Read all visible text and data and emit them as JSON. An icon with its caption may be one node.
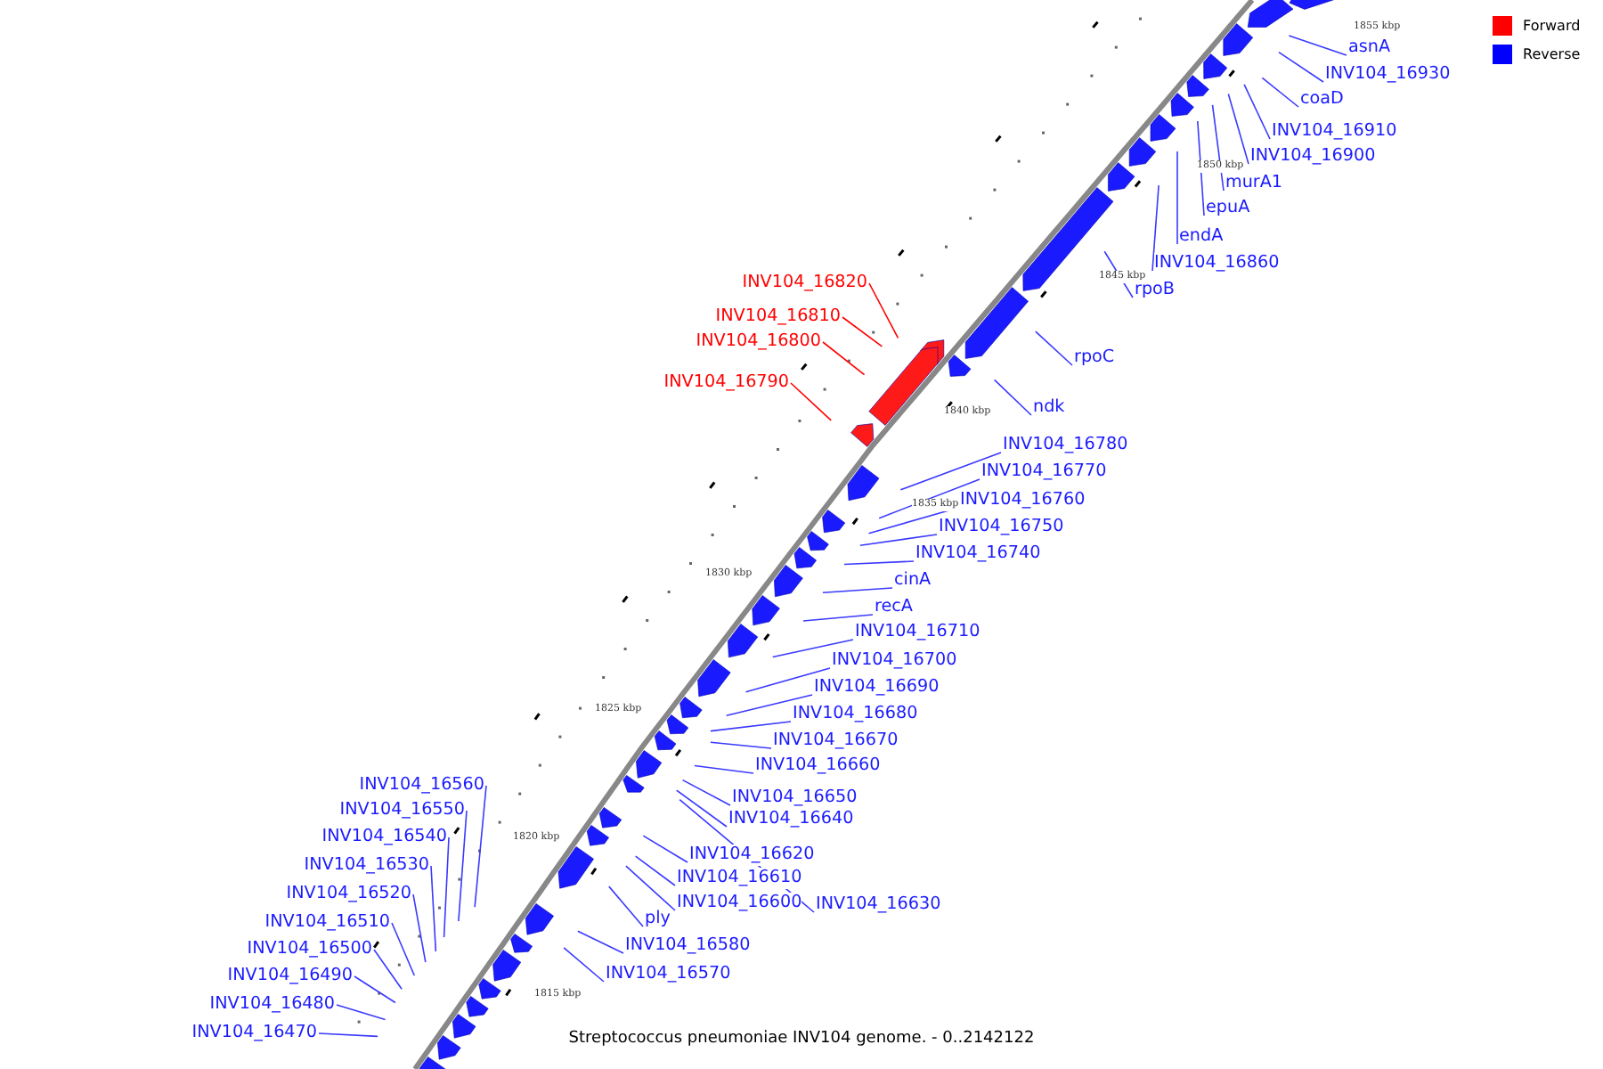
{
  "diagram": {
    "caption": "Streptococcus pneumoniae INV104 genome. - 0..2142122",
    "nodes": [
      {
        "text": [
          "asnA"
        ]
      },
      {
        "text": [
          "INV104_16930"
        ]
      },
      {
        "text": [
          "coaD"
        ]
      },
      {
        "text": [
          "INV104_16910"
        ]
      },
      {
        "text": [
          "INV104_16900"
        ]
      },
      {
        "text": [
          "murA1"
        ]
      },
      {
        "text": [
          "epuA"
        ]
      },
      {
        "text": [
          "endA"
        ]
      },
      {
        "text": [
          "INV104_16860"
        ]
      },
      {
        "text": [
          "rpoB"
        ]
      },
      {
        "text": [
          "INV104_16820"
        ]
      },
      {
        "text": [
          "INV104_16810"
        ]
      },
      {
        "text": [
          "INV104_16800"
        ]
      },
      {
        "text": [
          "rpoC"
        ]
      },
      {
        "text": [
          "INV104_16790"
        ]
      },
      {
        "text": [
          "ndk"
        ]
      },
      {
        "text": [
          "INV104_16780"
        ]
      },
      {
        "text": [
          "INV104_16770"
        ]
      },
      {
        "text": [
          "INV104_16760"
        ]
      },
      {
        "text": [
          "INV104_16750"
        ]
      },
      {
        "text": [
          "INV104_16740"
        ]
      },
      {
        "text": [
          "cinA"
        ]
      },
      {
        "text": [
          "recA"
        ]
      },
      {
        "text": [
          "INV104_16710"
        ]
      },
      {
        "text": [
          "INV104_16700"
        ]
      },
      {
        "text": [
          "INV104_16690"
        ]
      },
      {
        "text": [
          "INV104_16680"
        ]
      },
      {
        "text": [
          "INV104_16670"
        ]
      },
      {
        "text": [
          "INV104_16660"
        ]
      },
      {
        "text": [
          "INV104_16560"
        ]
      },
      {
        "text": [
          "INV104_16650"
        ]
      },
      {
        "text": [
          "INV104_16550"
        ]
      },
      {
        "text": [
          "INV104_16640"
        ]
      },
      {
        "text": [
          "INV104_16540"
        ]
      },
      {
        "text": [
          "INV104_16620"
        ]
      },
      {
        "text": [
          "INV104_16530"
        ]
      },
      {
        "text": [
          "INV104_16610"
        ]
      },
      {
        "text": [
          "INV104_16520"
        ]
      },
      {
        "text": [
          "INV104_16600"
        ]
      },
      {
        "text": [
          "INV104_16630"
        ]
      },
      {
        "text": [
          "ply"
        ]
      },
      {
        "text": [
          "INV104_16510"
        ]
      },
      {
        "text": [
          "INV104_16580"
        ]
      },
      {
        "text": [
          "INV104_16500"
        ]
      },
      {
        "text": [
          "INV104_16570"
        ]
      },
      {
        "text": [
          "INV104_16490"
        ]
      },
      {
        "text": [
          "INV104_16480"
        ]
      },
      {
        "text": [
          "INV104_16470"
        ]
      }
    ],
    "edges": [
      {
        "from": 0,
        "to": null,
        "arrow": "none"
      },
      {
        "from": 1,
        "to": null,
        "arrow": "none"
      },
      {
        "from": 2,
        "to": null,
        "arrow": "none"
      },
      {
        "from": 3,
        "to": null,
        "arrow": "none"
      },
      {
        "from": 4,
        "to": null,
        "arrow": "none"
      },
      {
        "from": 5,
        "to": null,
        "arrow": "none"
      },
      {
        "from": 6,
        "to": null,
        "arrow": "none"
      },
      {
        "from": 7,
        "to": null,
        "arrow": "none"
      },
      {
        "from": 8,
        "to": null,
        "arrow": "none"
      },
      {
        "from": 9,
        "to": null,
        "arrow": "none"
      },
      {
        "from": 10,
        "to": null,
        "arrow": "none",
        "color": "#ff0000"
      },
      {
        "from": 11,
        "to": null,
        "arrow": "none",
        "color": "#ff0000"
      },
      {
        "from": 12,
        "to": null,
        "arrow": "none",
        "color": "#ff0000"
      },
      {
        "from": 13,
        "to": null,
        "arrow": "none"
      },
      {
        "from": 14,
        "to": null,
        "arrow": "none",
        "color": "#ff0000"
      },
      {
        "from": 15,
        "to": null,
        "arrow": "none"
      },
      {
        "from": 16,
        "to": null,
        "arrow": "none"
      },
      {
        "from": 17,
        "to": null,
        "arrow": "none"
      },
      {
        "from": 18,
        "to": null,
        "arrow": "none"
      },
      {
        "from": 19,
        "to": null,
        "arrow": "none"
      },
      {
        "from": 20,
        "to": null,
        "arrow": "none"
      },
      {
        "from": 21,
        "to": null,
        "arrow": "none"
      },
      {
        "from": 22,
        "to": null,
        "arrow": "none"
      },
      {
        "from": 23,
        "to": null,
        "arrow": "none"
      },
      {
        "from": 24,
        "to": null,
        "arrow": "none"
      },
      {
        "from": 25,
        "to": null,
        "arrow": "none"
      },
      {
        "from": 26,
        "to": null,
        "arrow": "none"
      },
      {
        "from": 27,
        "to": null,
        "arrow": "none"
      },
      {
        "from": 28,
        "to": null,
        "arrow": "none"
      },
      {
        "from": 29,
        "to": null,
        "arrow": "none"
      },
      {
        "from": 30,
        "to": null,
        "arrow": "none"
      },
      {
        "from": 31,
        "to": null,
        "arrow": "none"
      },
      {
        "from": 32,
        "to": null,
        "arrow": "none"
      },
      {
        "from": 33,
        "to": null,
        "arrow": "none"
      },
      {
        "from": 34,
        "to": null,
        "arrow": "none"
      },
      {
        "from": 35,
        "to": null,
        "arrow": "none"
      },
      {
        "from": 36,
        "to": null,
        "arrow": "none"
      },
      {
        "from": 37,
        "to": null,
        "arrow": "none"
      },
      {
        "from": 38,
        "to": null,
        "arrow": "none"
      },
      {
        "from": 39,
        "to": null,
        "arrow": "none"
      },
      {
        "from": 40,
        "to": null,
        "arrow": "none"
      },
      {
        "from": 41,
        "to": null,
        "arrow": "none"
      },
      {
        "from": 42,
        "to": null,
        "arrow": "none"
      },
      {
        "from": 43,
        "to": null,
        "arrow": "none"
      },
      {
        "from": 44,
        "to": null,
        "arrow": "none"
      },
      {
        "from": 45,
        "to": null,
        "arrow": "none"
      },
      {
        "from": 46,
        "to": null,
        "arrow": "none"
      },
      {
        "from": 47,
        "to": null,
        "arrow": "none"
      }
    ],
    "labels": [
      "1855 kbp",
      "1850 kbp",
      "1845 kbp",
      "1840 kbp",
      "1835 kbp",
      "1830 kbp",
      "1825 kbp",
      "1820 kbp",
      "1815 kbp"
    ],
    "legend": [
      {
        "text": "Forward",
        "color": "#ff0000"
      },
      {
        "text": "Reverse",
        "color": "#0000ff"
      }
    ]
  }
}
